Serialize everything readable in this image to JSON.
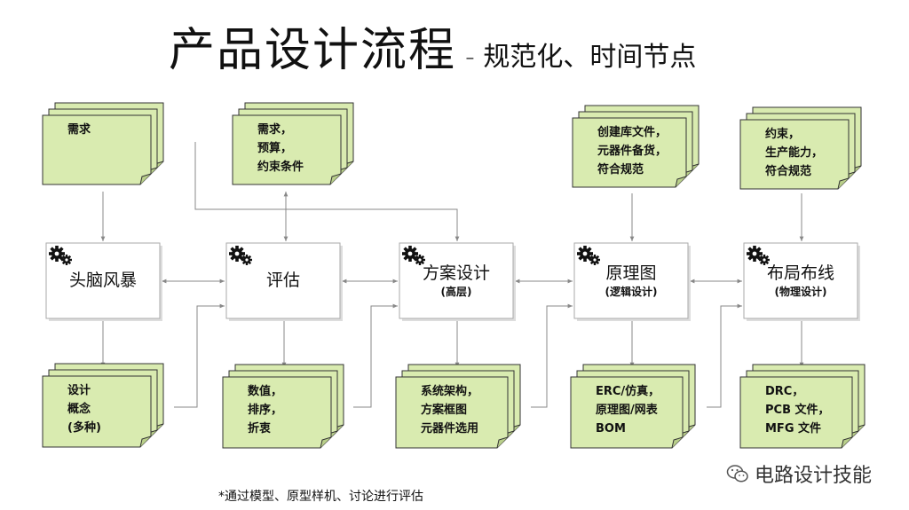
{
  "title": "产品设计流程",
  "subtitle": "- 规范化、时间节点",
  "footnote": "*通过模型、原型样机、讨论进行评估",
  "brand": {
    "name": "电路设计技能",
    "icon": "wechat-icon"
  },
  "colors": {
    "doc_fill": "#d9ebb0",
    "doc_stroke": "#333333",
    "process_fill": "#ffffff",
    "process_stroke": "#aaaaaa",
    "arrow": "#888888"
  },
  "process_icon": "gears-icon",
  "processes": [
    {
      "id": "brainstorm",
      "label": "头脑风暴",
      "sub": ""
    },
    {
      "id": "evaluate",
      "label": "评估",
      "sub": ""
    },
    {
      "id": "solution",
      "label": "方案设计",
      "sub": "(高层)"
    },
    {
      "id": "schematic",
      "label": "原理图",
      "sub": "(逻辑设计)"
    },
    {
      "id": "layout",
      "label": "布局布线",
      "sub": "(物理设计)"
    }
  ],
  "top_docs": [
    {
      "lines": [
        "需求"
      ]
    },
    {
      "lines": [
        "需求，",
        "预算，",
        "约束条件"
      ]
    },
    {
      "lines": [
        "创建库文件，",
        "元器件备货，",
        "符合规范"
      ]
    },
    {
      "lines": [
        "约束，",
        "生产能力，",
        "符合规范"
      ]
    }
  ],
  "bottom_docs": [
    {
      "lines": [
        "设计",
        "概念",
        "(多种)"
      ]
    },
    {
      "lines": [
        "数值，",
        "排序，",
        "折衷"
      ]
    },
    {
      "lines": [
        "系统架构，",
        "方案框图",
        "元器件选用"
      ]
    },
    {
      "lines": [
        "ERC/仿真，",
        "原理图/网表",
        "BOM"
      ]
    },
    {
      "lines": [
        "DRC，",
        "PCB 文件，",
        "MFG 文件"
      ]
    }
  ]
}
